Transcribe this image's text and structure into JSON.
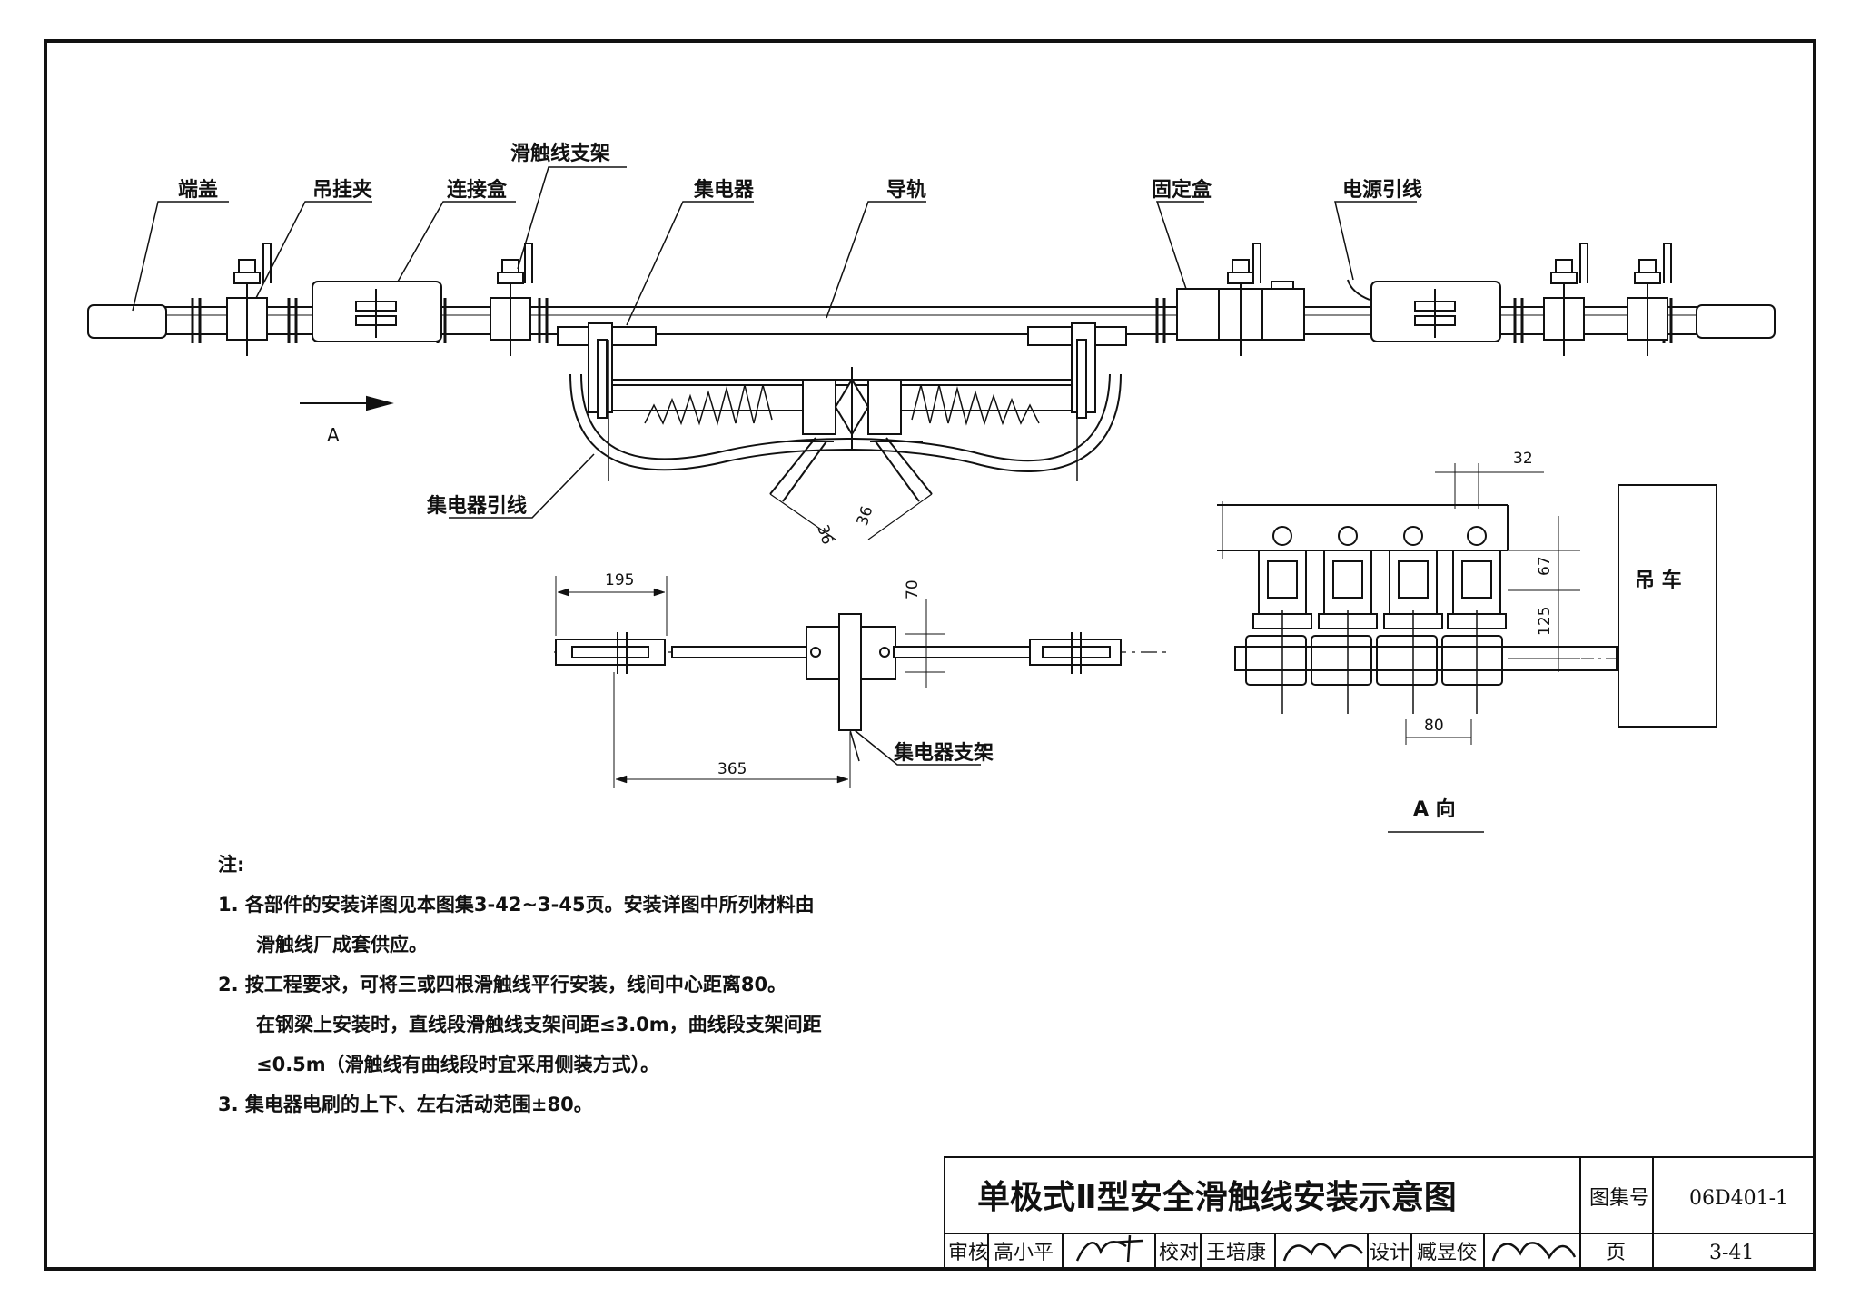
{
  "labels": {
    "end_cap": "端盖",
    "hanger_clamp": "吊挂夹",
    "connection_box": "连接盒",
    "line_bracket": "滑触线支架",
    "collector": "集电器",
    "guide_rail": "导轨",
    "fixed_box": "固定盒",
    "power_lead": "电源引线",
    "collector_lead": "集电器引线",
    "collector_bracket": "集电器支架",
    "crane": "吊 车",
    "arrow_a": "A",
    "view_a": "A 向"
  },
  "dimensions": {
    "d36_left": "36",
    "d36_right": "36",
    "d195": "195",
    "d70": "70",
    "d365": "365",
    "d32": "32",
    "d67": "67",
    "d125": "125",
    "d80": "80"
  },
  "notes": {
    "heading": "注:",
    "n1_line1": "1. 各部件的安装详图见本图集3-42~3-45页。安装详图中所列材料由",
    "n1_line2": "滑触线厂成套供应。",
    "n2_line1": "2. 按工程要求，可将三或四根滑触线平行安装，线间中心距离80。",
    "n2_line2": "在钢梁上安装时，直线段滑触线支架间距≤3.0m，曲线段支架间距",
    "n2_line3": "≤0.5m（滑触线有曲线段时宜采用侧装方式）。",
    "n3_line1": "3. 集电器电刷的上下、左右活动范围±80。"
  },
  "title_block": {
    "title": "单极式Ⅱ型安全滑触线安装示意图",
    "atlas_no_label": "图集号",
    "atlas_no": "06D401-1",
    "review_label": "审核",
    "reviewer": "高小平",
    "check_label": "校对",
    "checker": "王培康",
    "design_label": "设计",
    "designer": "臧昱佼",
    "page_label": "页",
    "page": "3-41"
  }
}
